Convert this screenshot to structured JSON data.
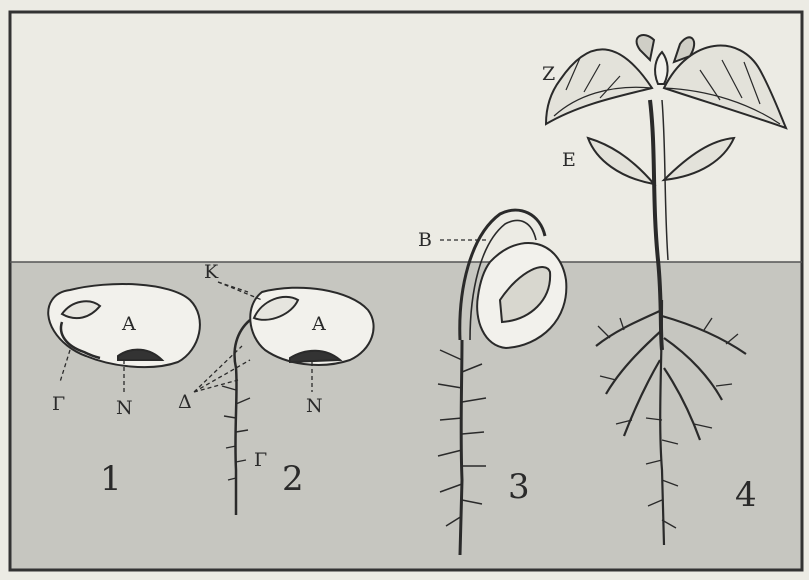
{
  "labels": {
    "A1": "A",
    "N1": "N",
    "G1": "Γ",
    "K": "K",
    "A2": "A",
    "D": "Δ",
    "N2": "N",
    "G2": "Γ",
    "B": "B",
    "Z": "Z",
    "E": "E"
  },
  "stages": [
    "1",
    "2",
    "3",
    "4"
  ],
  "colors": {
    "paper": "#ecebe4",
    "soil": "#c6c6c0",
    "ink": "#2a2a2a"
  }
}
